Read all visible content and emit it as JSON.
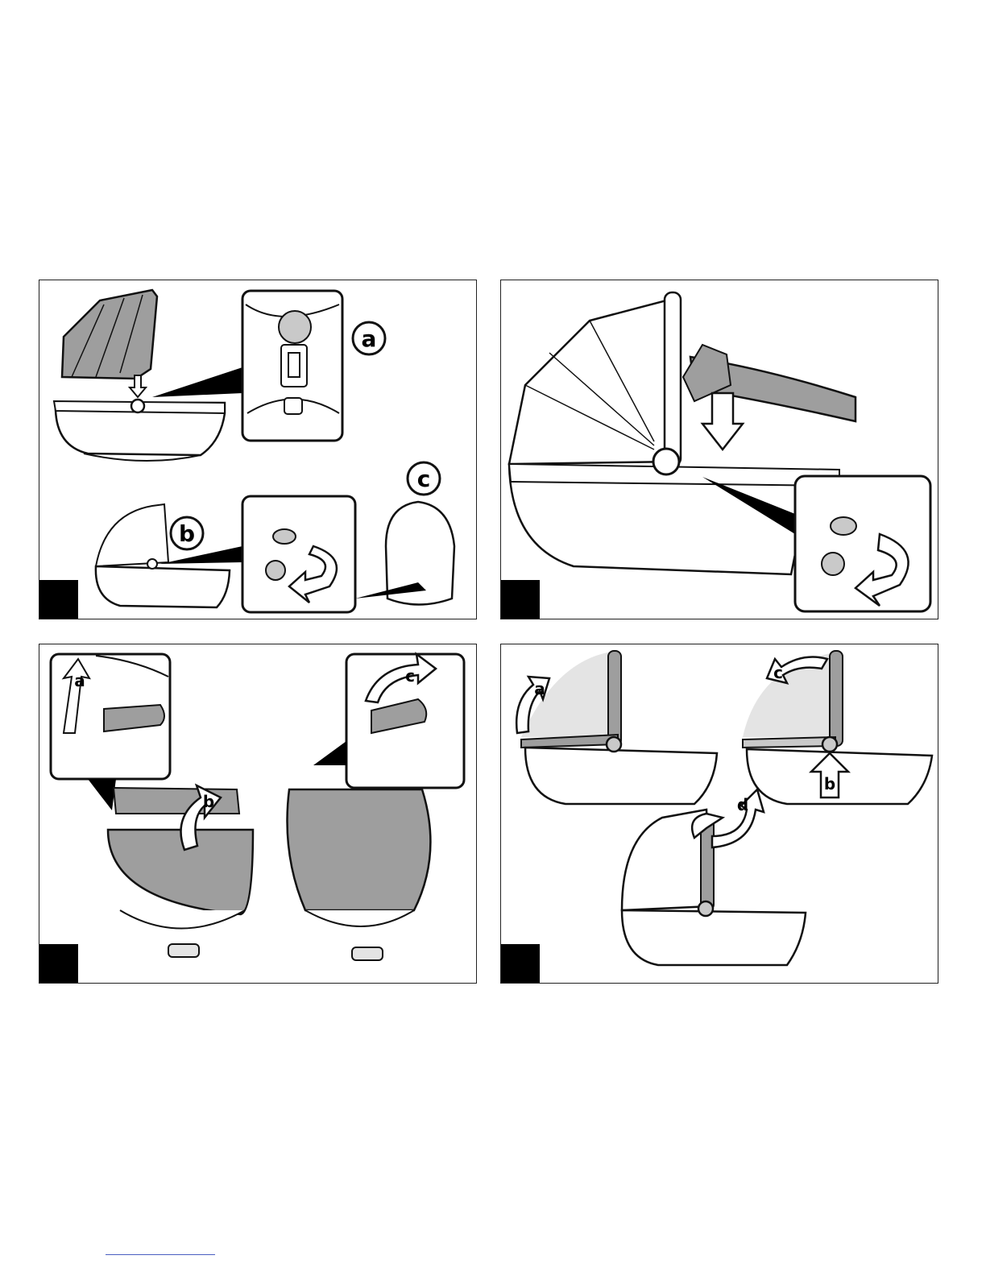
{
  "panels": [
    {
      "id": "panel-1",
      "callouts": [
        "a",
        "b",
        "c"
      ]
    },
    {
      "id": "panel-2",
      "callouts": []
    },
    {
      "id": "panel-3",
      "callouts": [
        "a",
        "b",
        "c"
      ]
    },
    {
      "id": "panel-4",
      "callouts": [
        "a",
        "b",
        "c",
        "d"
      ]
    }
  ],
  "colors": {
    "fill_gray": "#9e9e9e",
    "fill_light": "#c9c9c9",
    "fill_pale": "#e4e4e4",
    "outline": "#111111"
  }
}
